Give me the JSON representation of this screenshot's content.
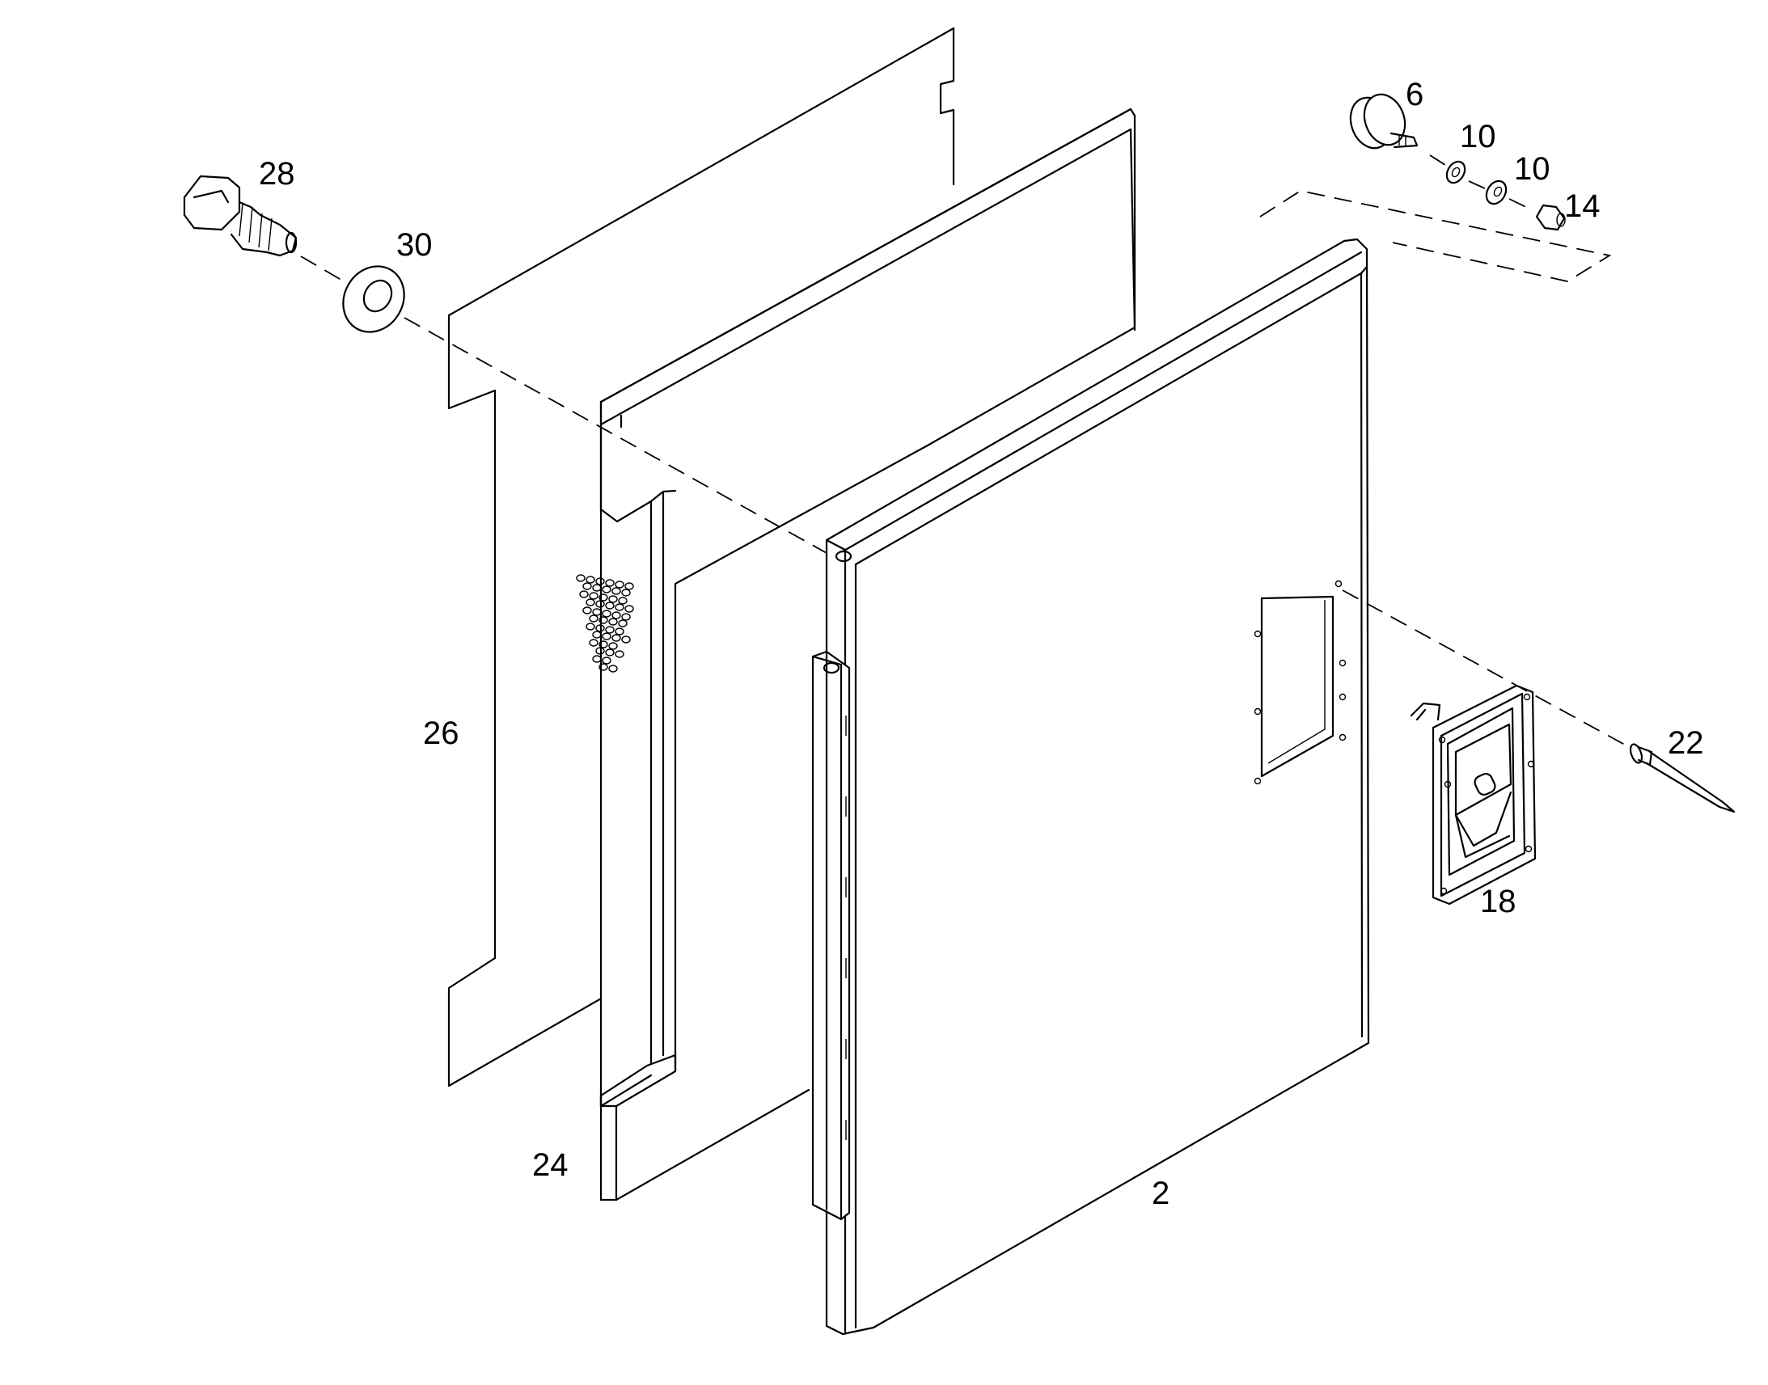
{
  "diagram": {
    "parts": [
      {
        "id": "door-panel",
        "callout": "2"
      },
      {
        "id": "bumper",
        "callout": "6"
      },
      {
        "id": "washer-a",
        "callout": "10"
      },
      {
        "id": "washer-b",
        "callout": "10"
      },
      {
        "id": "nut",
        "callout": "14"
      },
      {
        "id": "latch-handle",
        "callout": "18"
      },
      {
        "id": "rivet",
        "callout": "22"
      },
      {
        "id": "foam-insulation",
        "callout": "24"
      },
      {
        "id": "gasket-sheet",
        "callout": "26"
      },
      {
        "id": "hex-bolt",
        "callout": "28"
      },
      {
        "id": "flat-washer",
        "callout": "30"
      }
    ],
    "line_color": "#000000",
    "background": "#ffffff"
  }
}
